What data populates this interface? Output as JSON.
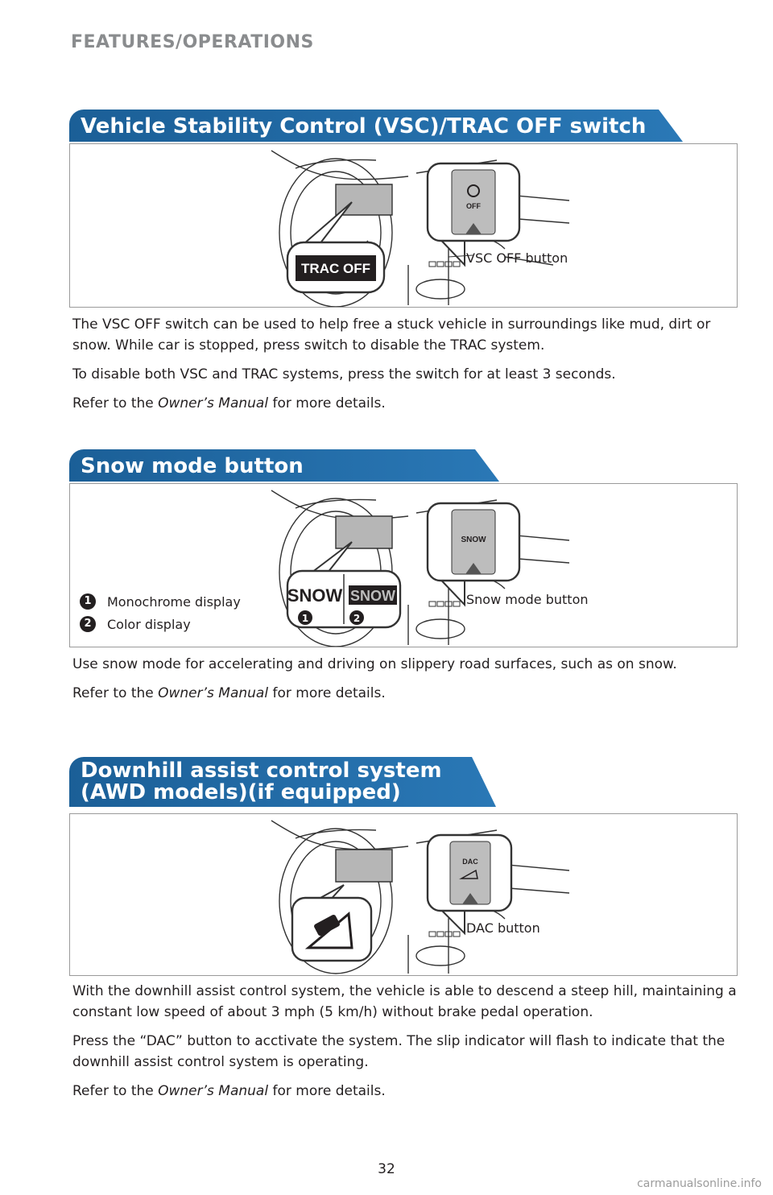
{
  "header": "FEATURES/OPERATIONS",
  "sections": [
    {
      "title": "Vehicle Stability Control (VSC)/TRAC OFF switch",
      "callout_label": "VSC OFF button",
      "indicator_text": "TRAC OFF",
      "button_text": "OFF",
      "paragraphs": [
        "The VSC OFF switch can be used to help free a stuck vehicle in surroundings like mud, dirt or snow. While car is stopped, press switch to disable the TRAC system.",
        "To disable both VSC and TRAC systems, press the switch for at least 3 seconds."
      ],
      "refer_prefix": "Refer to the ",
      "refer_manual": "Owner’s Manual",
      "refer_suffix": " for more details."
    },
    {
      "title": "Snow mode button",
      "callout_label": "Snow mode button",
      "button_text": "SNOW",
      "indicator_mono": "SNOW",
      "indicator_color": "SNOW",
      "legend": [
        {
          "num": "1",
          "label": "Monochrome display"
        },
        {
          "num": "2",
          "label": "Color display"
        }
      ],
      "paragraphs": [
        "Use snow mode for accelerating and driving on slippery road surfaces, such as on snow."
      ],
      "refer_prefix": "Refer to the ",
      "refer_manual": "Owner’s Manual",
      "refer_suffix": " for more details."
    },
    {
      "title_line1": "Downhill assist control system",
      "title_line2": "(AWD models)(if equipped)",
      "callout_label": "DAC button",
      "button_text": "DAC",
      "paragraphs": [
        "With the downhill assist control system, the vehicle is able to descend a steep hill, maintaining a constant low speed of about 3 mph (5 km/h) without brake pedal operation.",
        "Press the “DAC” button to acctivate the system. The slip indicator will flash to indicate that the downhill assist control system is operating."
      ],
      "refer_prefix": "Refer to the ",
      "refer_manual": "Owner’s Manual",
      "refer_suffix": " for more details."
    }
  ],
  "page_number": "32",
  "watermark": "carmanualsonline.info",
  "colors": {
    "title_bar": "#1f6aa5",
    "header_gray": "#8a8c8e"
  }
}
